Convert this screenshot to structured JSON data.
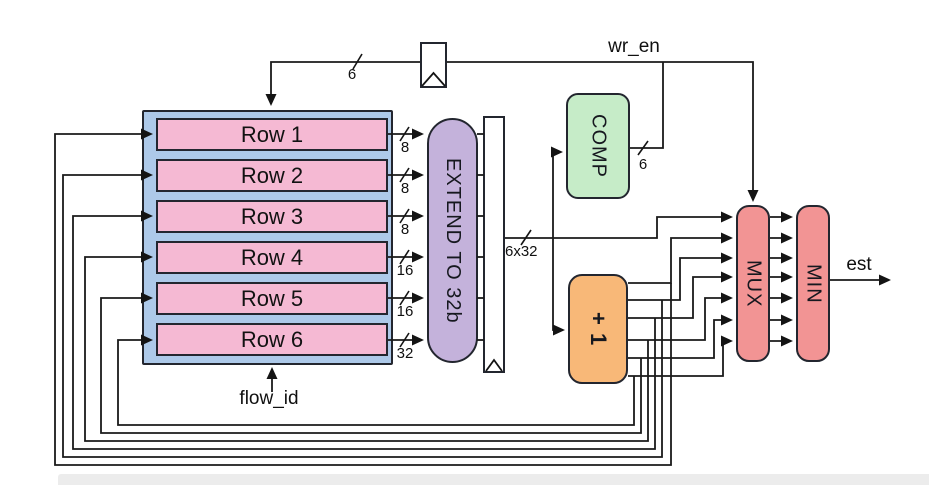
{
  "diagram": {
    "rows_block": {
      "rows": [
        {
          "label": "Row 1",
          "width": "8"
        },
        {
          "label": "Row 2",
          "width": "8"
        },
        {
          "label": "Row 3",
          "width": "8"
        },
        {
          "label": "Row 4",
          "width": "16"
        },
        {
          "label": "Row 5",
          "width": "16"
        },
        {
          "label": "Row 6",
          "width": "32"
        }
      ]
    },
    "blocks": {
      "extend_label": "EXTEND TO 32b",
      "comp_label": "COMP",
      "inc_label": "+ 1",
      "mux_label": "MUX",
      "min_label": "MIN"
    },
    "signals": {
      "wr_en": "wr_en",
      "flow_id": "flow_id",
      "est": "est",
      "reg_in_width": "6",
      "comp_out_width": "6",
      "bus_width": "6x32"
    }
  },
  "colors": {
    "row-pink": "#f5b9d3",
    "container-blue": "#adc9e9",
    "purple": "#c4b2db",
    "green": "#c6ecc8",
    "orange": "#f8b878",
    "salmon": "#f29494",
    "wire": "#1a1a1a"
  }
}
